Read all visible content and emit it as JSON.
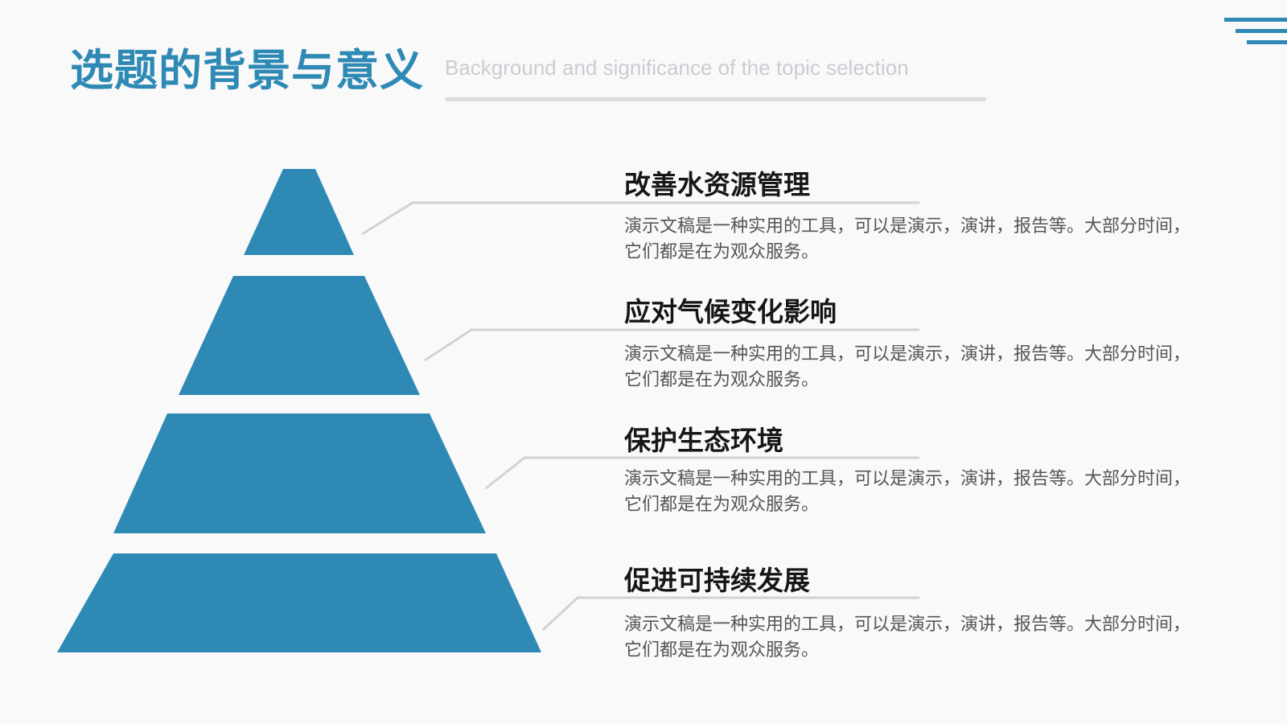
{
  "header": {
    "title": "选题的背景与意义",
    "subtitle": "Background and significance of the topic selection"
  },
  "colors": {
    "accent": "#2e8ab4",
    "connector": "#d2d2d2",
    "rule": "#dcdcdc",
    "title_text": "#161616",
    "body_text": "#555555",
    "background": "#f9f9fa"
  },
  "items": [
    {
      "title": "改善水资源管理",
      "desc": "演示文稿是一种实用的工具，可以是演示，演讲，报告等。大部分时间，它们都是在为观众服务。"
    },
    {
      "title": "应对气候变化影响",
      "desc": "演示文稿是一种实用的工具，可以是演示，演讲，报告等。大部分时间，它们都是在为观众服务。"
    },
    {
      "title": "保护生态环境",
      "desc": "演示文稿是一种实用的工具，可以是演示，演讲，报告等。大部分时间，它们都是在为观众服务。"
    },
    {
      "title": "促进可持续发展",
      "desc": "演示文稿是一种实用的工具，可以是演示，演讲，报告等。大部分时间，它们都是在为观众服务。"
    }
  ]
}
